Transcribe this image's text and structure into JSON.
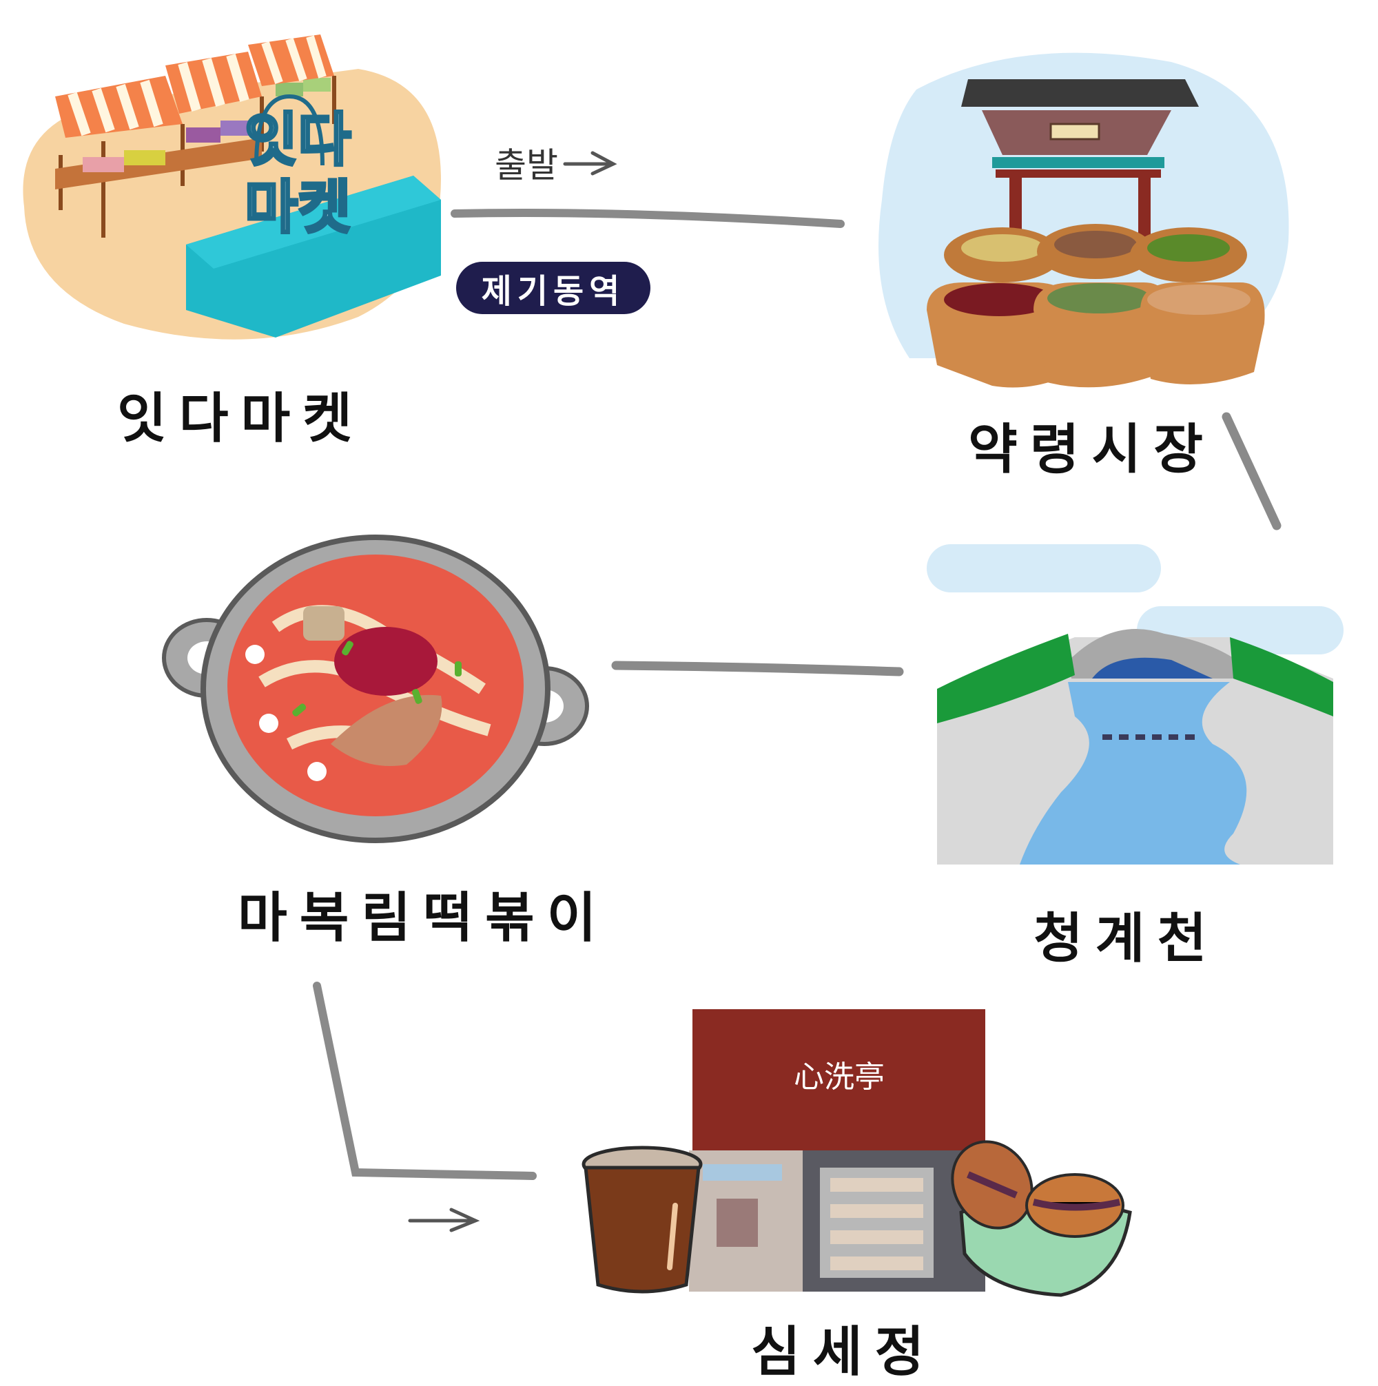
{
  "start": {
    "label": "출발",
    "station": "제기동역"
  },
  "places": [
    {
      "id": "itda",
      "name": "잇다마켓",
      "sign": "잇다\n마켓"
    },
    {
      "id": "yakryeong",
      "name": "약령시장"
    },
    {
      "id": "cheonggye",
      "name": "청계천"
    },
    {
      "id": "maboklim",
      "name": "마복림떡볶이"
    },
    {
      "id": "simsejeong",
      "name": "심세정",
      "sign": "心洗亭"
    }
  ],
  "colors": {
    "route_line": "#8a8a8a",
    "station_badge": "#1f1d4d",
    "sign_teal": "#1fb8c8",
    "sky": "#d6ebf8",
    "peach": "#f7d3a1",
    "stew_red": "#e85a48",
    "roof_brown": "#8a2a22",
    "grass_green": "#149a3a"
  },
  "icons": [
    "market-stall-icon",
    "hanok-gate-icon",
    "herb-sack-icon",
    "stream-bridge-icon",
    "tteokbokki-pan-icon",
    "teahouse-icon",
    "coffee-cup-icon",
    "bread-basket-icon"
  ]
}
